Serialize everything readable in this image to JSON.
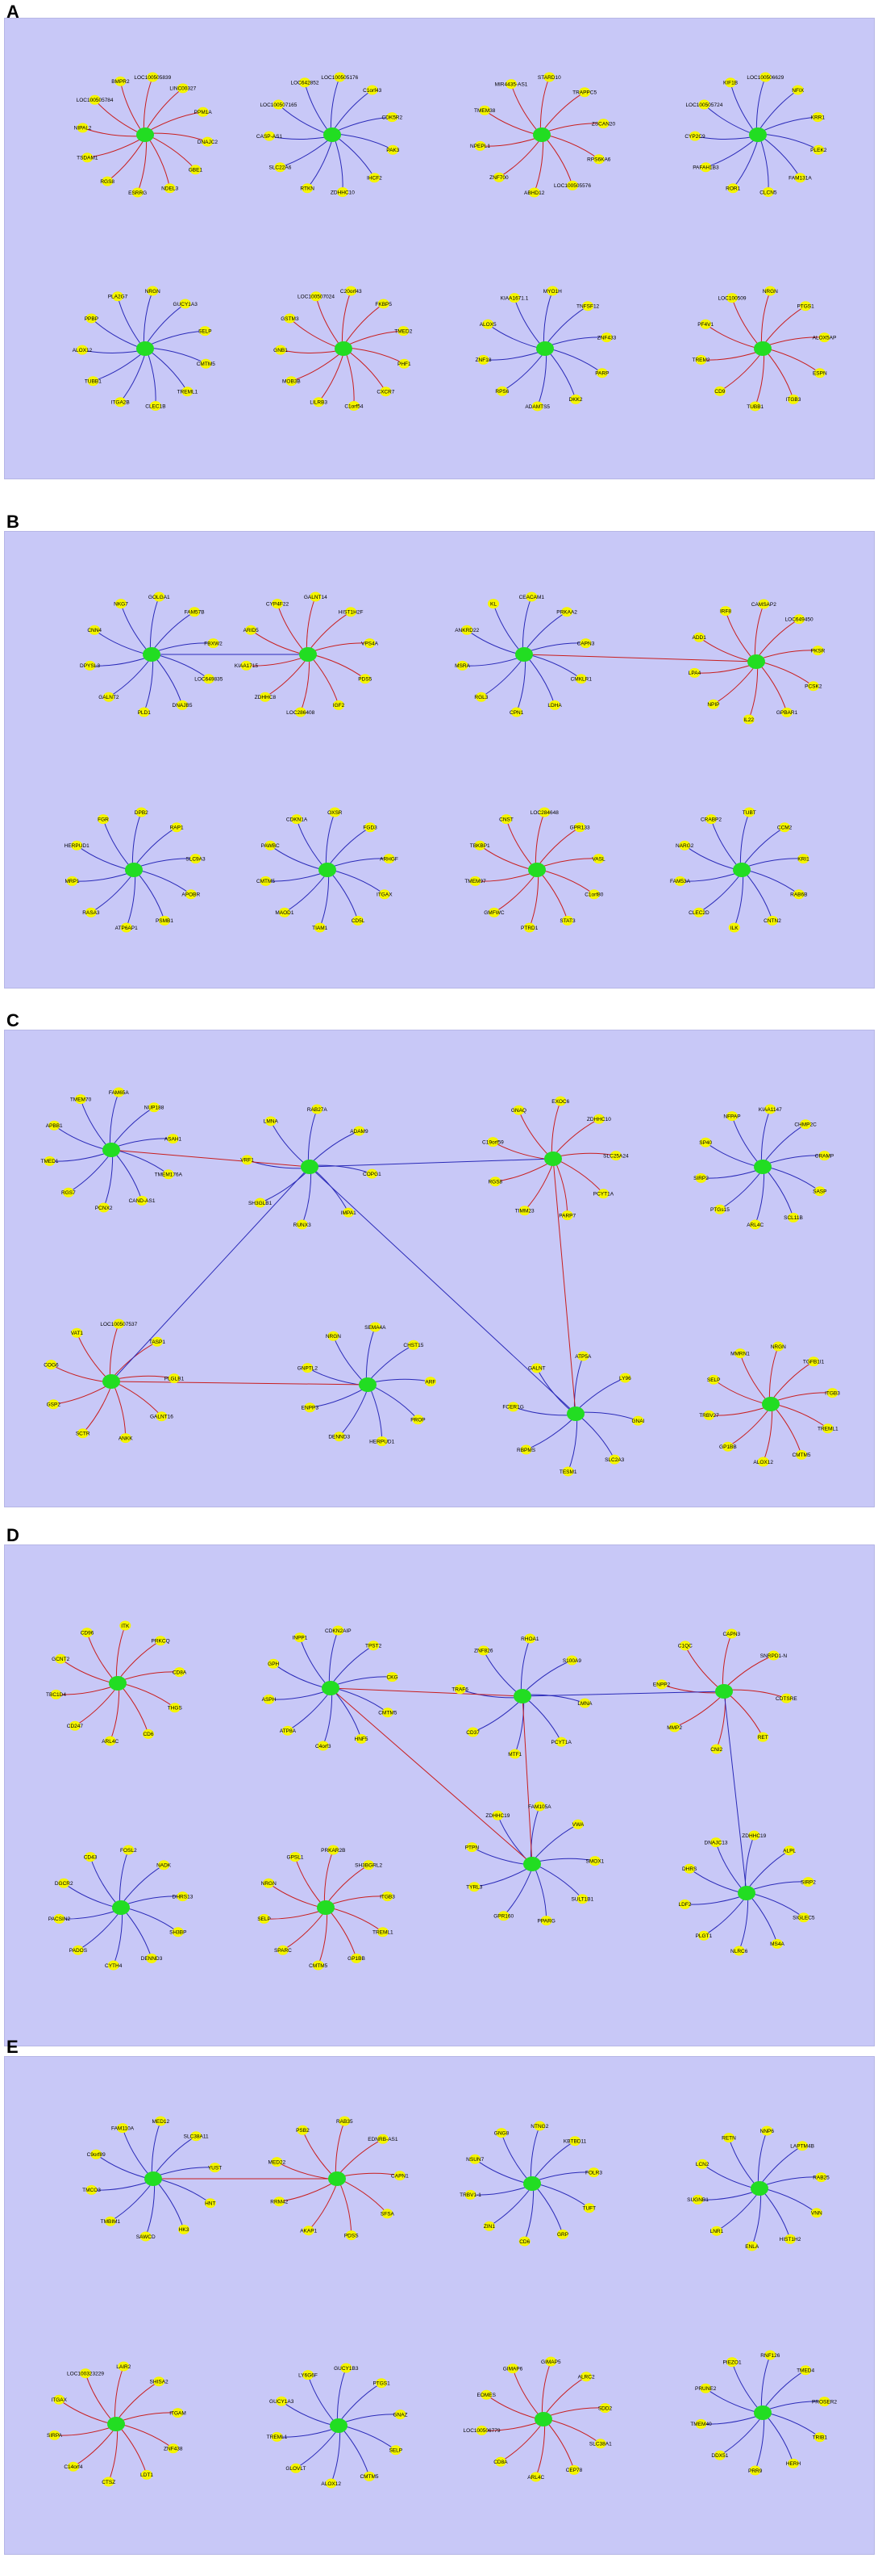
{
  "colors": {
    "panel_bg": "#c8c8f7",
    "hub_fill": "#22dd22",
    "leaf_fill": "#f5f500",
    "edge_blue": "#2a2ab8",
    "edge_red": "#c81e1e"
  },
  "panels": [
    {
      "label": "A"
    },
    {
      "label": "B"
    },
    {
      "label": "C"
    },
    {
      "label": "D"
    },
    {
      "label": "E"
    }
  ],
  "networks": {
    "A": [
      {
        "hub": "",
        "leaves": [
          "LOC100505839",
          "LINC00327",
          "PPM1A",
          "DNAJC2",
          "GBE1",
          "NDEL3",
          "ESRRG",
          "RGS8",
          "TSDAM1",
          "NIPAL2",
          "LOC100505784",
          "BMPR2"
        ]
      },
      {
        "hub": "",
        "leaves": [
          "LOC100505176",
          "C1orf43",
          "CDK5R2",
          "PAK3",
          "IHCF2",
          "ZDHHC10",
          "RTKN",
          "SLC22A6",
          "CASP-AS1",
          "LOC100507165",
          "LOC642852"
        ]
      },
      {
        "hub": "",
        "leaves": [
          "STARD10",
          "TRAPPC5",
          "ZSCAN20",
          "RPS6KA6",
          "LOC100505576",
          "ABHD12",
          "ZNF700",
          "NPEPL1",
          "TMEM38",
          "MIR4435-AS1"
        ]
      },
      {
        "hub": "",
        "leaves": [
          "LOC100506629",
          "NFIX",
          "KRR1",
          "PLEK2",
          "FAM131A",
          "CLCN5",
          "ROR1",
          "PAFAH1B3",
          "CYP2C9",
          "LOC100505724",
          "KIF1B"
        ]
      },
      {
        "hub": "",
        "leaves": [
          "NRGN",
          "GUCY1A3",
          "SELP",
          "CMTM5",
          "TREML1",
          "CLEC1B",
          "ITGA2B",
          "TUBB1",
          "ALOX12",
          "PPBP",
          "PLA2G7"
        ]
      },
      {
        "hub": "",
        "leaves": [
          "C20orf43",
          "FKBP5",
          "TMED2",
          "PHF1",
          "CXCR7",
          "C1orf54",
          "LILRB3",
          "MOB3B",
          "GNB1",
          "GSTM3",
          "LOC100507024"
        ]
      },
      {
        "hub": "",
        "leaves": [
          "MYO1H",
          "TNFSF12",
          "ZNF433",
          "PARP",
          "DKK2",
          "ADAMTS5",
          "RPS6",
          "ZNF18",
          "ALOX5",
          "KIAA1671.1"
        ]
      },
      {
        "hub": "",
        "leaves": [
          "NRGN",
          "PTGS1",
          "ALOX5AP",
          "ESPN",
          "ITGB3",
          "TUBB1",
          "CD9",
          "TREM2",
          "PF4V1",
          "LOC100509"
        ]
      }
    ],
    "B": [
      {
        "hub": "",
        "leaves": [
          "GOLGA1",
          "FAM57B",
          "FBXW2",
          "LOC649835",
          "DNAJB5",
          "PLD1",
          "GALNT2",
          "DPYSL3",
          "CNN4",
          "NKG7"
        ]
      },
      {
        "hub": "",
        "leaves": [
          "GALNT14",
          "HIST1H2F",
          "VPS4A",
          "PDS5",
          "IGF2",
          "LOC286408",
          "ZDHHC8",
          "KIAA1715",
          "ARID5",
          "CYP4F22"
        ]
      },
      {
        "hub": "",
        "leaves": [
          "CEACAM1",
          "PRKAA2",
          "CAPN3",
          "CMKLR1",
          "LDHA",
          "CPN1",
          "RGL3",
          "MSRA",
          "ANKRD22",
          "KL"
        ]
      },
      {
        "hub": "",
        "leaves": [
          "CAMSAP2",
          "LOC649450",
          "PKSR",
          "PCSK2",
          "GPBAR1",
          "IL22",
          "NPIP",
          "LPA4",
          "ADD1",
          "IRF8"
        ]
      },
      {
        "hub": "",
        "leaves": [
          "DPB2",
          "RAP1",
          "SLC9A3",
          "APOBR",
          "PSMB1",
          "ATP6AP1",
          "RASA3",
          "MRP1",
          "HERPUD1",
          "FGR"
        ]
      },
      {
        "hub": "",
        "leaves": [
          "OXSR",
          "FGD3",
          "ARHGF",
          "ITGAX",
          "CD5L",
          "TIAM1",
          "MAOD1",
          "CMTM5",
          "PAWBC",
          "CDKN1A"
        ]
      },
      {
        "hub": "",
        "leaves": [
          "LOC284648",
          "GPR133",
          "VASL",
          "C1orf80",
          "STAT3",
          "PTRD1",
          "GMFWC",
          "TMEM97",
          "TBKBP1",
          "CNST"
        ]
      },
      {
        "hub": "",
        "leaves": [
          "TUBT",
          "CCM2",
          "KRI1",
          "RAB6B",
          "CNTN2",
          "ILK",
          "CLEC2D",
          "FAM53A",
          "NARG2",
          "CRABP2"
        ]
      }
    ],
    "C": [
      {
        "hub": "",
        "leaves": [
          "FAM65A",
          "NUP188",
          "ASAH1",
          "TMEM176A",
          "CAND-AS1",
          "PCNX2",
          "RGS7",
          "TMED1",
          "APBB1",
          "TMEM70"
        ]
      },
      {
        "hub": "",
        "leaves": [
          "RAB27A",
          "ADAM9",
          "COPG1",
          "IMPA1",
          "RUNX3",
          "SH3GLB1",
          "VRF1",
          "LMNA"
        ]
      },
      {
        "hub": "",
        "leaves": [
          "EXOC6",
          "ZDHHC10",
          "SLC25A24",
          "PCYT1A",
          "PARP7",
          "TIMM23",
          "RGS8",
          "C19orf59",
          "GNAQ"
        ]
      },
      {
        "hub": "",
        "leaves": [
          "KIAA1147",
          "CHMP2C",
          "CRAMP",
          "SASP",
          "SCL11B",
          "ARL4C",
          "PTGs15",
          "SIRP2",
          "SP40",
          "NFPAP"
        ]
      },
      {
        "hub": "",
        "leaves": [
          "LOC100507537",
          "TASP1",
          "PLGLB1",
          "GALNT16",
          "ANKK",
          "SCTR",
          "GSP2",
          "COG6",
          "VAT1"
        ]
      },
      {
        "hub": "",
        "leaves": [
          "SEMA4A",
          "CHST15",
          "ARF",
          "PROP",
          "HERPUD1",
          "DENND3",
          "ENPP3",
          "GNPTL2",
          "NRGN"
        ]
      },
      {
        "hub": "",
        "leaves": [
          "ATP5A",
          "LY96",
          "GNAI",
          "SLC2A3",
          "TESM1",
          "RBPMS",
          "FCER1G",
          "GALNT"
        ]
      },
      {
        "hub": "",
        "leaves": [
          "NRGN",
          "TGFB1I1",
          "ITGB3",
          "TREML1",
          "CMTM5",
          "ALOX12",
          "GP1BB",
          "TRBV27",
          "SELP",
          "MMRN1"
        ]
      }
    ],
    "D": [
      {
        "hub": "",
        "leaves": [
          "ITK",
          "PRKCQ",
          "CD8A",
          "THGS",
          "CD6",
          "ARL4C",
          "CD247",
          "TBC1D4",
          "GCNT2",
          "CD96"
        ]
      },
      {
        "hub": "",
        "leaves": [
          "CDKN2AIP",
          "TPST2",
          "CKG",
          "CMTM5",
          "HNF5",
          "C4orf3",
          "ATP8A",
          "ASPH",
          "GPH",
          "INPP1"
        ]
      },
      {
        "hub": "",
        "leaves": [
          "RHOA1",
          "S100A9",
          "LMNA",
          "PCYT1A",
          "MTF1",
          "CD37",
          "TRAF6",
          "ZNF826"
        ]
      },
      {
        "hub": "",
        "leaves": [
          "CAPN3",
          "SNRPD1-N",
          "CDTSRE",
          "RET",
          "CNI2",
          "MMP2",
          "ENPP2",
          "C1QC"
        ]
      },
      {
        "hub": "",
        "leaves": [
          "FOSL2",
          "NADK",
          "DHRS13",
          "SH3BP",
          "DENND3",
          "CYTH4",
          "PADOS",
          "PACSIN2",
          "DGCR2",
          "CD43"
        ]
      },
      {
        "hub": "",
        "leaves": [
          "PRKAR2B",
          "SH3BGRL2",
          "ITGB3",
          "TREML1",
          "GP1BB",
          "CMTM5",
          "SPARC",
          "SELP",
          "NRGN",
          "GPSL1"
        ]
      },
      {
        "hub": "",
        "leaves": [
          "FAM105A",
          "VWA",
          "SMOX1",
          "SULT1B1",
          "PPARG",
          "GPR160",
          "TYRL3",
          "PTPN",
          "ZDHHC19"
        ]
      },
      {
        "hub": "",
        "leaves": [
          "ZDHHC19",
          "ALPL",
          "SIRP2",
          "SIGLEC5",
          "MS4A",
          "NLRC6",
          "PLGT1",
          "LDF2",
          "DHRS",
          "DNAJC13"
        ]
      }
    ],
    "E": [
      {
        "hub": "",
        "leaves": [
          "MED12",
          "SLC38A11",
          "YUST",
          "HNT",
          "HK3",
          "SAWCD",
          "TMBIM1",
          "TMCO3",
          "C9orf89",
          "FAM110A"
        ]
      },
      {
        "hub": "",
        "leaves": [
          "RAB35",
          "EDNRB-AS1",
          "CAPN1",
          "SFSA",
          "PDSS",
          "AKAP1",
          "RRM42",
          "MED22",
          "PSB2"
        ]
      },
      {
        "hub": "",
        "leaves": [
          "NTNG2",
          "KBTBD11",
          "FOLR3",
          "TUFT",
          "GRP",
          "CD6",
          "ZIN1",
          "TRBV1-1",
          "NSUN7",
          "GNG8"
        ]
      },
      {
        "hub": "",
        "leaves": [
          "NNP6",
          "LAPTM4B",
          "RAB25",
          "VNN",
          "HIST1H2",
          "ENLA",
          "LNR1",
          "SUGNB1",
          "LCN2",
          "RETN"
        ]
      },
      {
        "hub": "",
        "leaves": [
          "LAIR2",
          "SHISA2",
          "ITGAM",
          "ZNF438",
          "LDT1",
          "CTSZ",
          "C14orf4",
          "SIRPA",
          "ITGAX",
          "LOC100323229"
        ]
      },
      {
        "hub": "",
        "leaves": [
          "GUCY1B3",
          "PTGS1",
          "GNAZ",
          "SELP",
          "CMTM5",
          "ALOX12",
          "GLOVLT",
          "TREML1",
          "GUCY1A3",
          "LY6G6F"
        ]
      },
      {
        "hub": "",
        "leaves": [
          "GIMAP5",
          "ALRC2",
          "SDD2",
          "SLC38A1",
          "CEP78",
          "ARL4C",
          "CD8A",
          "LOC100506779",
          "EOMES",
          "GIMAP6"
        ]
      },
      {
        "hub": "",
        "leaves": [
          "RNF126",
          "TMED4",
          "PROSER2",
          "TRIB1",
          "HERH",
          "PRR9",
          "DDX51",
          "TMEM40",
          "PRUNE2",
          "PIEZO1"
        ]
      }
    ]
  }
}
